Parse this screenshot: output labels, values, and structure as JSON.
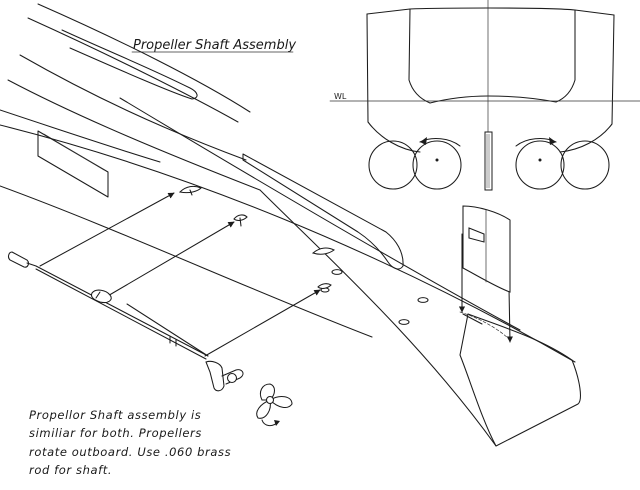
{
  "title": "Propeller Shaft Assembly",
  "waterline_label": "WL",
  "note_lines": [
    "Propellor Shaft assembly is",
    "similiar for both. Propellers",
    "rotate outboard. Use .060 brass",
    "rod for shaft."
  ]
}
